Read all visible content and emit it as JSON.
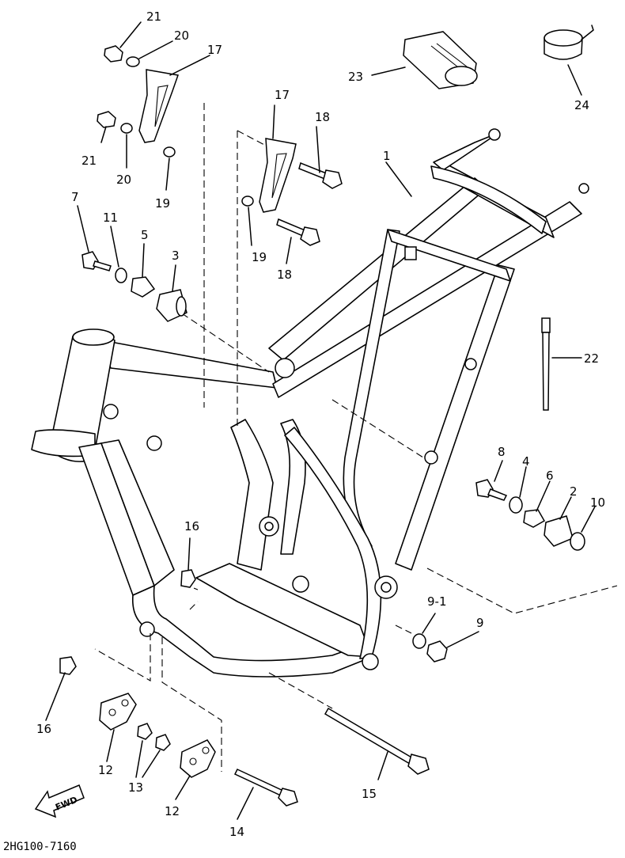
{
  "diagram": {
    "code": "2HG100-7160",
    "fwd_label": "FWD",
    "callouts": [
      {
        "id": "c1",
        "text": "1"
      },
      {
        "id": "c2",
        "text": "2"
      },
      {
        "id": "c3",
        "text": "3"
      },
      {
        "id": "c4",
        "text": "4"
      },
      {
        "id": "c5",
        "text": "5"
      },
      {
        "id": "c6",
        "text": "6"
      },
      {
        "id": "c7",
        "text": "7"
      },
      {
        "id": "c8",
        "text": "8"
      },
      {
        "id": "c9",
        "text": "9"
      },
      {
        "id": "c91",
        "text": "9-1"
      },
      {
        "id": "c10",
        "text": "10"
      },
      {
        "id": "c11",
        "text": "11"
      },
      {
        "id": "c12a",
        "text": "12"
      },
      {
        "id": "c12b",
        "text": "12"
      },
      {
        "id": "c13",
        "text": "13"
      },
      {
        "id": "c14",
        "text": "14"
      },
      {
        "id": "c15",
        "text": "15"
      },
      {
        "id": "c16a",
        "text": "16"
      },
      {
        "id": "c16b",
        "text": "16"
      },
      {
        "id": "c17a",
        "text": "17"
      },
      {
        "id": "c17b",
        "text": "17"
      },
      {
        "id": "c18a",
        "text": "18"
      },
      {
        "id": "c18b",
        "text": "18"
      },
      {
        "id": "c19a",
        "text": "19"
      },
      {
        "id": "c19b",
        "text": "19"
      },
      {
        "id": "c20a",
        "text": "20"
      },
      {
        "id": "c20b",
        "text": "20"
      },
      {
        "id": "c21a",
        "text": "21"
      },
      {
        "id": "c21b",
        "text": "21"
      },
      {
        "id": "c22",
        "text": "22"
      },
      {
        "id": "c23",
        "text": "23"
      },
      {
        "id": "c24",
        "text": "24"
      }
    ]
  }
}
